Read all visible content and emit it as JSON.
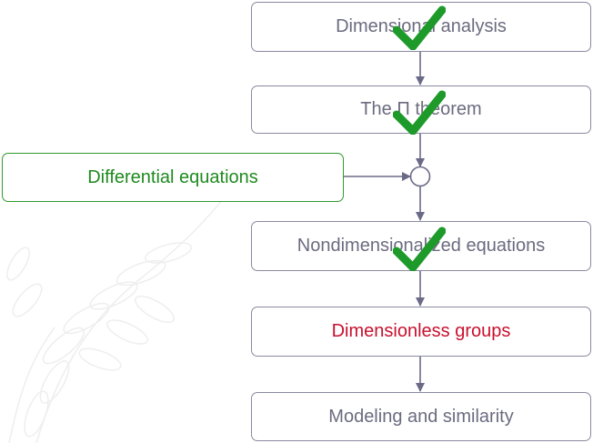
{
  "steps": {
    "dimensional_analysis": "Dimensional analysis",
    "pi_theorem": "The Π theorem",
    "nondimensionalized": "Nondimensionalized equations",
    "dimensionless_groups": "Dimensionless groups",
    "modeling": "Modeling and similarity"
  },
  "side_input": "Differential equations",
  "colors": {
    "box_border": "#8a8aa0",
    "box_text": "#6b6b80",
    "check": "#1e9a2a",
    "highlight": "#c8102e",
    "side_border": "#2e9a2e"
  },
  "icons": [
    "check-icon",
    "junction-circle",
    "arrow-down"
  ]
}
